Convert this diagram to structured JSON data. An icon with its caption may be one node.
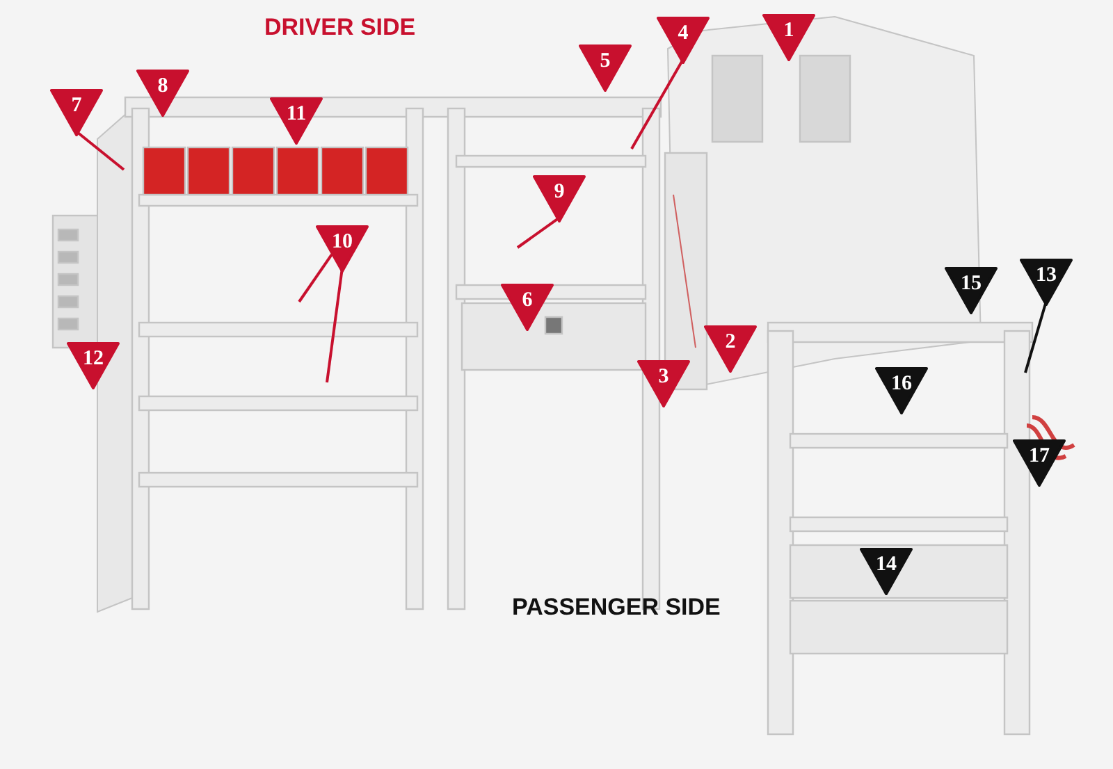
{
  "diagram": {
    "nodes": [
      {
        "text": [
          "1"
        ]
      },
      {
        "text": [
          "4"
        ]
      },
      {
        "text": [
          "5"
        ]
      },
      {
        "text": [
          "7"
        ]
      },
      {
        "text": [
          "8"
        ]
      },
      {
        "text": [
          "11"
        ]
      },
      {
        "text": [
          "9"
        ]
      },
      {
        "text": [
          "10"
        ]
      },
      {
        "text": [
          "6"
        ]
      },
      {
        "text": [
          "2"
        ]
      },
      {
        "text": [
          "3"
        ]
      },
      {
        "text": [
          "12"
        ]
      },
      {
        "text": [
          "13"
        ]
      },
      {
        "text": [
          "15"
        ]
      },
      {
        "text": [
          "16"
        ]
      },
      {
        "text": [
          "17"
        ]
      },
      {
        "text": [
          "14"
        ]
      }
    ],
    "edges": [
      {
        "from": 1,
        "to": null,
        "arrow": "none"
      },
      {
        "from": 3,
        "to": null,
        "arrow": "none"
      },
      {
        "from": 6,
        "to": null,
        "arrow": "none"
      },
      {
        "from": 7,
        "to": null,
        "arrow": "none"
      },
      {
        "from": 7,
        "to": null,
        "arrow": "none"
      },
      {
        "from": 12,
        "to": null,
        "arrow": "none",
        "color": "#111111"
      }
    ],
    "labels": [
      "DRIVER SIDE",
      "PASSENGER SIDE"
    ]
  }
}
